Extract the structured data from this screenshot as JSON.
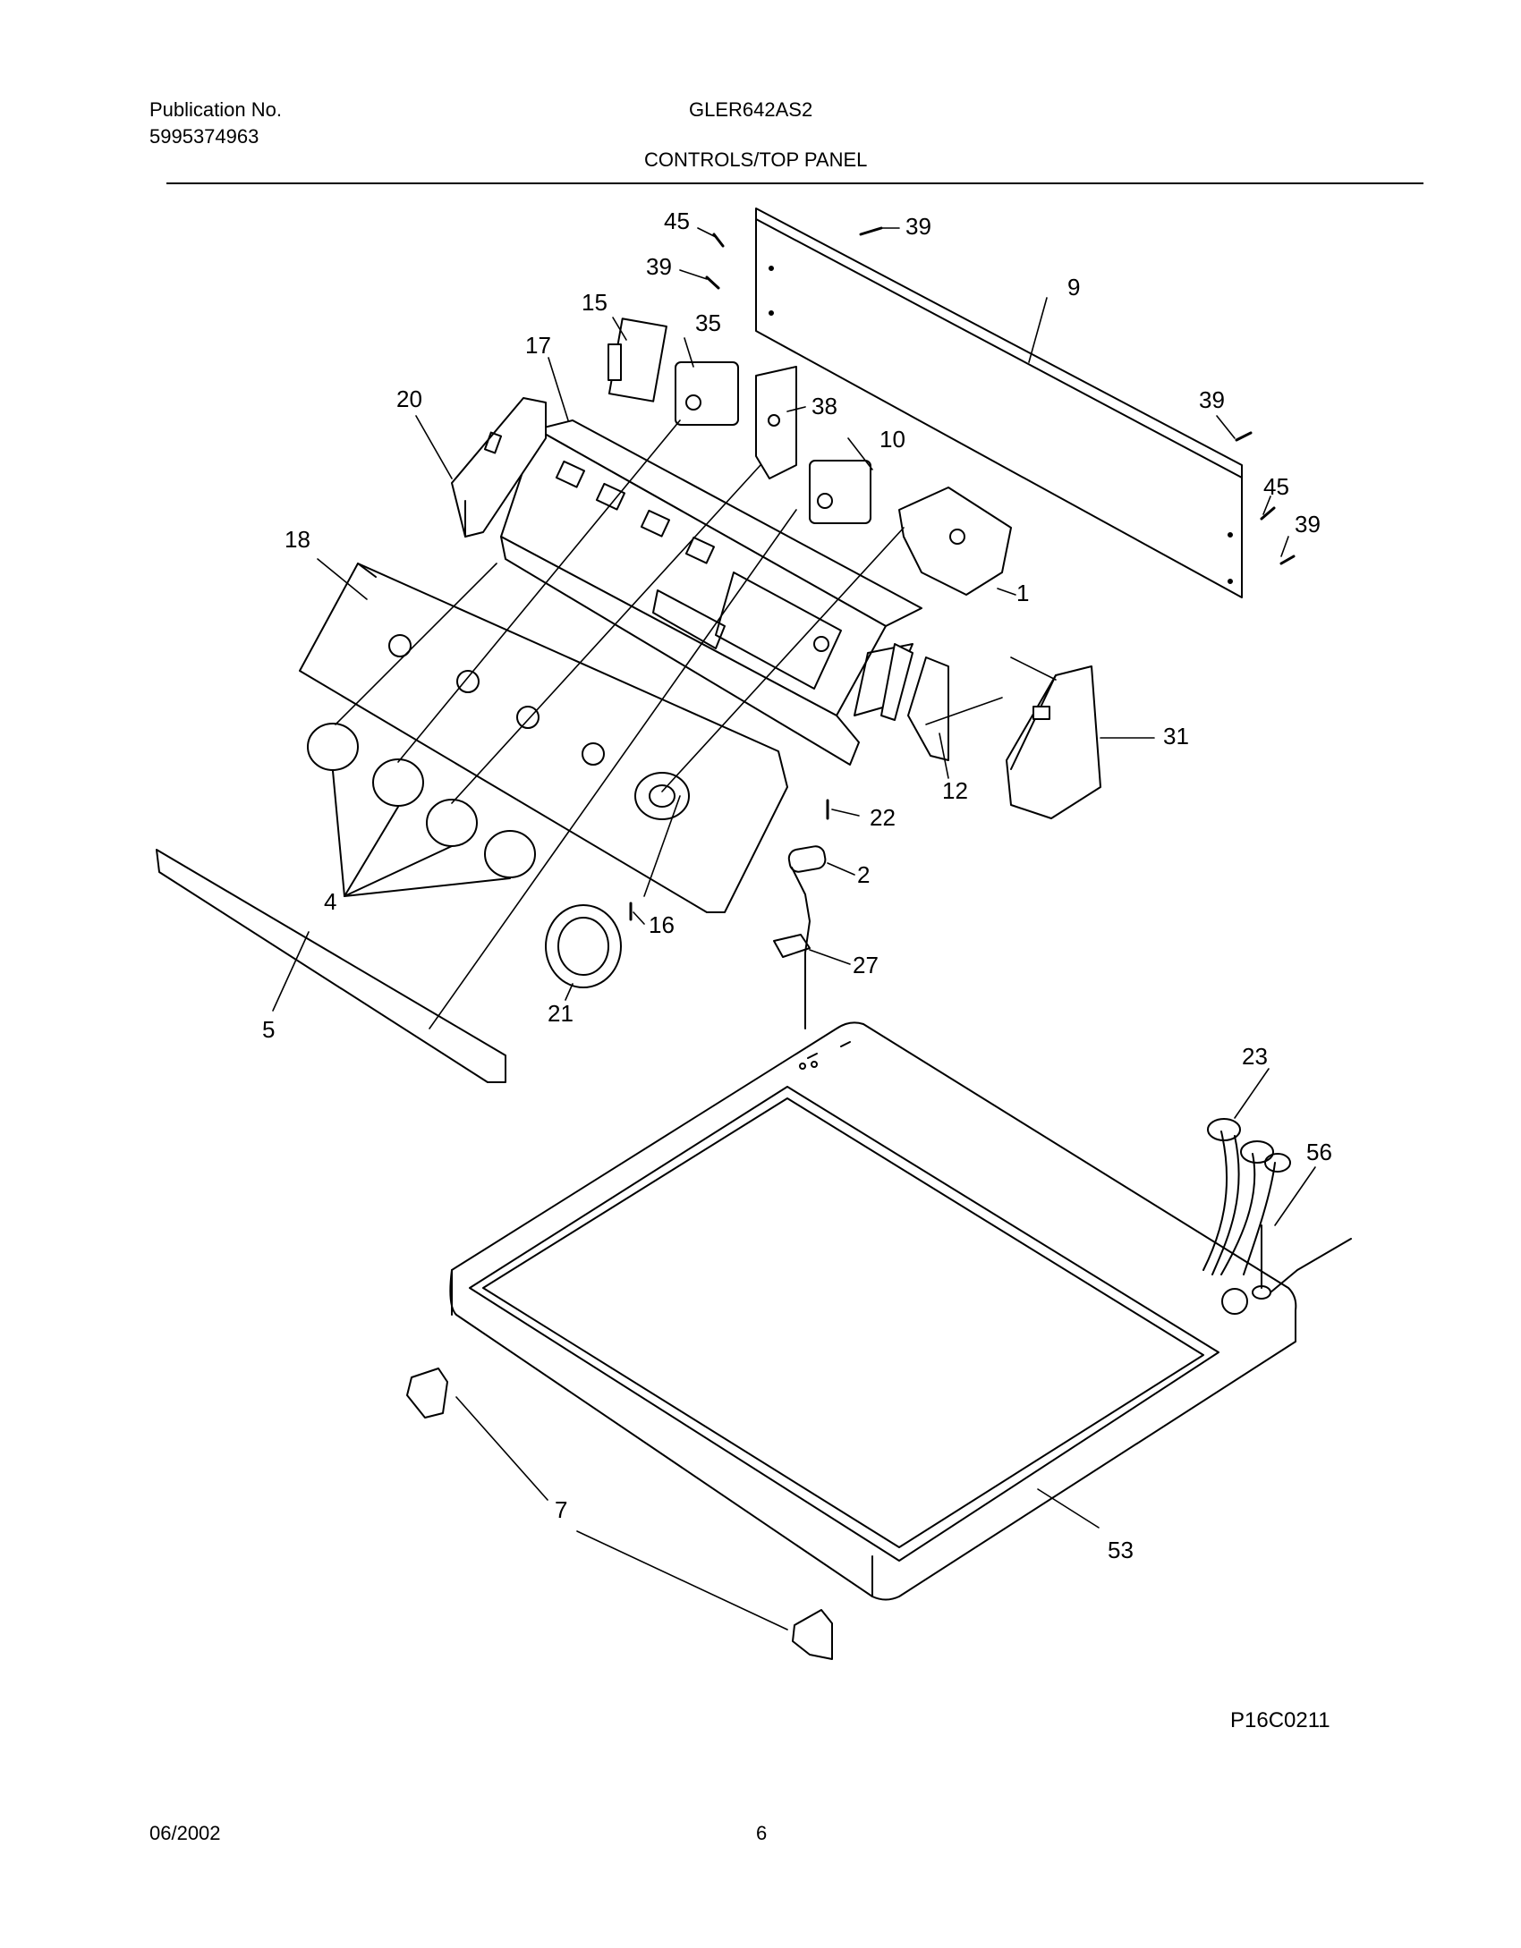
{
  "header": {
    "publication_label": "Publication No.",
    "publication_number": "5995374963",
    "model": "GLER642AS2",
    "section_title": "CONTROLS/TOP PANEL"
  },
  "callouts": {
    "c1": "1",
    "c2": "2",
    "c4": "4",
    "c5": "5",
    "c7": "7",
    "c9": "9",
    "c10": "10",
    "c12": "12",
    "c15": "15",
    "c16": "16",
    "c17": "17",
    "c18": "18",
    "c20": "20",
    "c21": "21",
    "c22": "22",
    "c23": "23",
    "c27": "27",
    "c31": "31",
    "c35": "35",
    "c38": "38",
    "c39a": "39",
    "c39b": "39",
    "c39c": "39",
    "c39d": "39",
    "c45a": "45",
    "c45b": "45",
    "c53": "53",
    "c56": "56"
  },
  "diagram_id": "P16C0211",
  "footer": {
    "date": "06/2002",
    "page": "6"
  }
}
